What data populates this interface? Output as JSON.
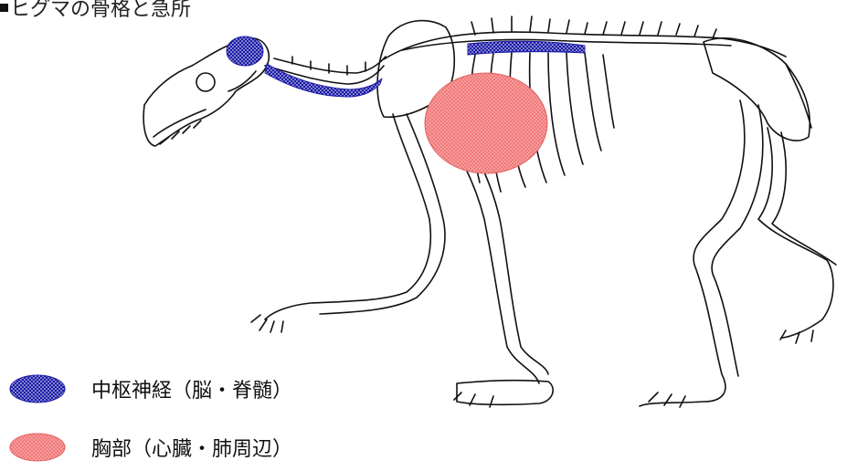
{
  "title": "ヒグマの骨格と急所",
  "legend": [
    {
      "key": "cns",
      "label": "中枢神経（脳・脊髄）",
      "color": "#1a1aa6"
    },
    {
      "key": "thorax",
      "label": "胸部（心臓・肺周辺）",
      "color": "#f07a7a"
    }
  ],
  "colors": {
    "bone_stroke": "#111111",
    "cns": "#1a1aa6",
    "thorax": "#f07a7a"
  }
}
